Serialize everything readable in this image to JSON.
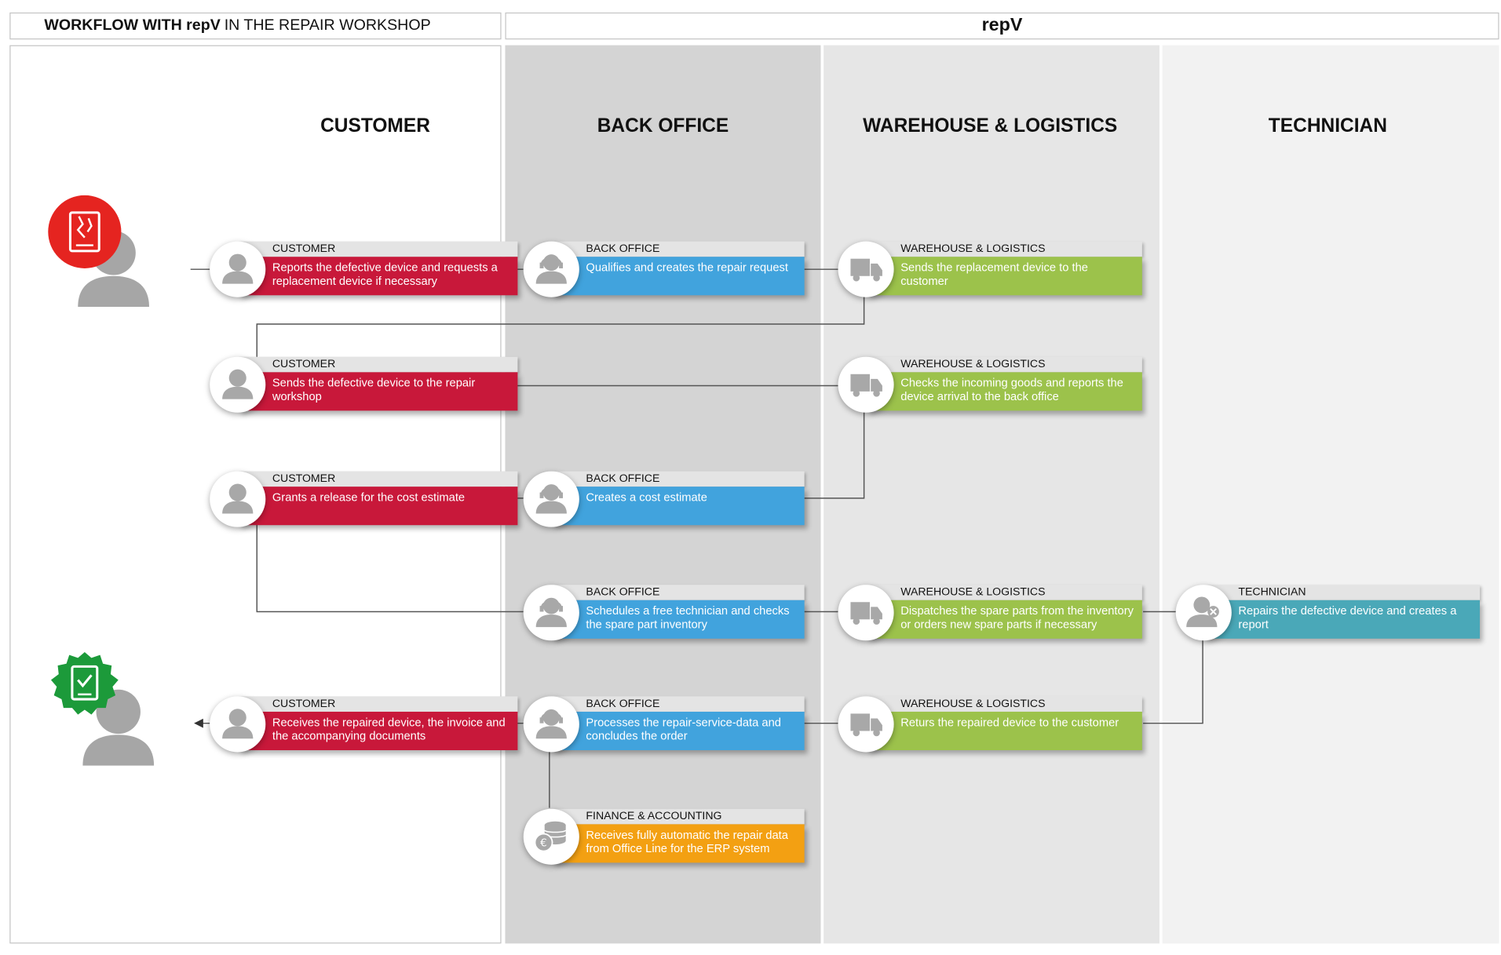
{
  "header": {
    "left_bold": "WORKFLOW WITH repV",
    "left_rest": "IN THE REPAIR WORKSHOP",
    "right": "repV"
  },
  "columns": {
    "customer": "CUSTOMER",
    "back_office": "BACK OFFICE",
    "warehouse": "WAREHOUSE & LOGISTICS",
    "technician": "TECHNICIAN"
  },
  "colors": {
    "customer": "#c8183a",
    "back_office": "#41a3dd",
    "warehouse": "#9cc24b",
    "technician": "#4aa8b8",
    "finance": "#f3a012",
    "defect_badge": "#e52420",
    "ok_badge": "#1c9a3a"
  },
  "steps": [
    {
      "role": "CUSTOMER",
      "text": "Reports the defective device and requests a replacement device if necessary",
      "icon": "person-icon"
    },
    {
      "role": "BACK OFFICE",
      "text": "Qualifies and creates the repair request",
      "icon": "headset-agent-icon"
    },
    {
      "role": "WAREHOUSE & LOGISTICS",
      "text": "Sends the replacement device to the customer",
      "icon": "truck-icon"
    },
    {
      "role": "CUSTOMER",
      "text": "Sends the defective device to the repair workshop",
      "icon": "person-icon"
    },
    {
      "role": "WAREHOUSE & LOGISTICS",
      "text": "Checks the incoming goods and reports the device arrival to the back office",
      "icon": "truck-icon"
    },
    {
      "role": "CUSTOMER",
      "text": "Grants a release for the cost estimate",
      "icon": "person-icon"
    },
    {
      "role": "BACK OFFICE",
      "text": "Creates a cost estimate",
      "icon": "headset-agent-icon"
    },
    {
      "role": "BACK OFFICE",
      "text": "Schedules a free technician and checks the spare part inventory",
      "icon": "headset-agent-icon"
    },
    {
      "role": "WAREHOUSE & LOGISTICS",
      "text": "Dispatches the spare parts from the inventory or orders new spare parts if necessary",
      "icon": "truck-icon"
    },
    {
      "role": "TECHNICIAN",
      "text": "Repairs the defective device and creates a report",
      "icon": "technician-icon"
    },
    {
      "role": "CUSTOMER",
      "text": "Receives the repaired device, the invoice and the accompanying documents",
      "icon": "person-icon"
    },
    {
      "role": "BACK OFFICE",
      "text": "Processes the repair-service-data and concludes the order",
      "icon": "headset-agent-icon"
    },
    {
      "role": "WAREHOUSE & LOGISTICS",
      "text": "Returs the repaired device to the customer",
      "icon": "truck-icon"
    },
    {
      "role": "FINANCE & ACCOUNTING",
      "text": "Receives fully automatic the repair data from Office Line for the ERP system",
      "icon": "coins-euro-icon"
    }
  ]
}
